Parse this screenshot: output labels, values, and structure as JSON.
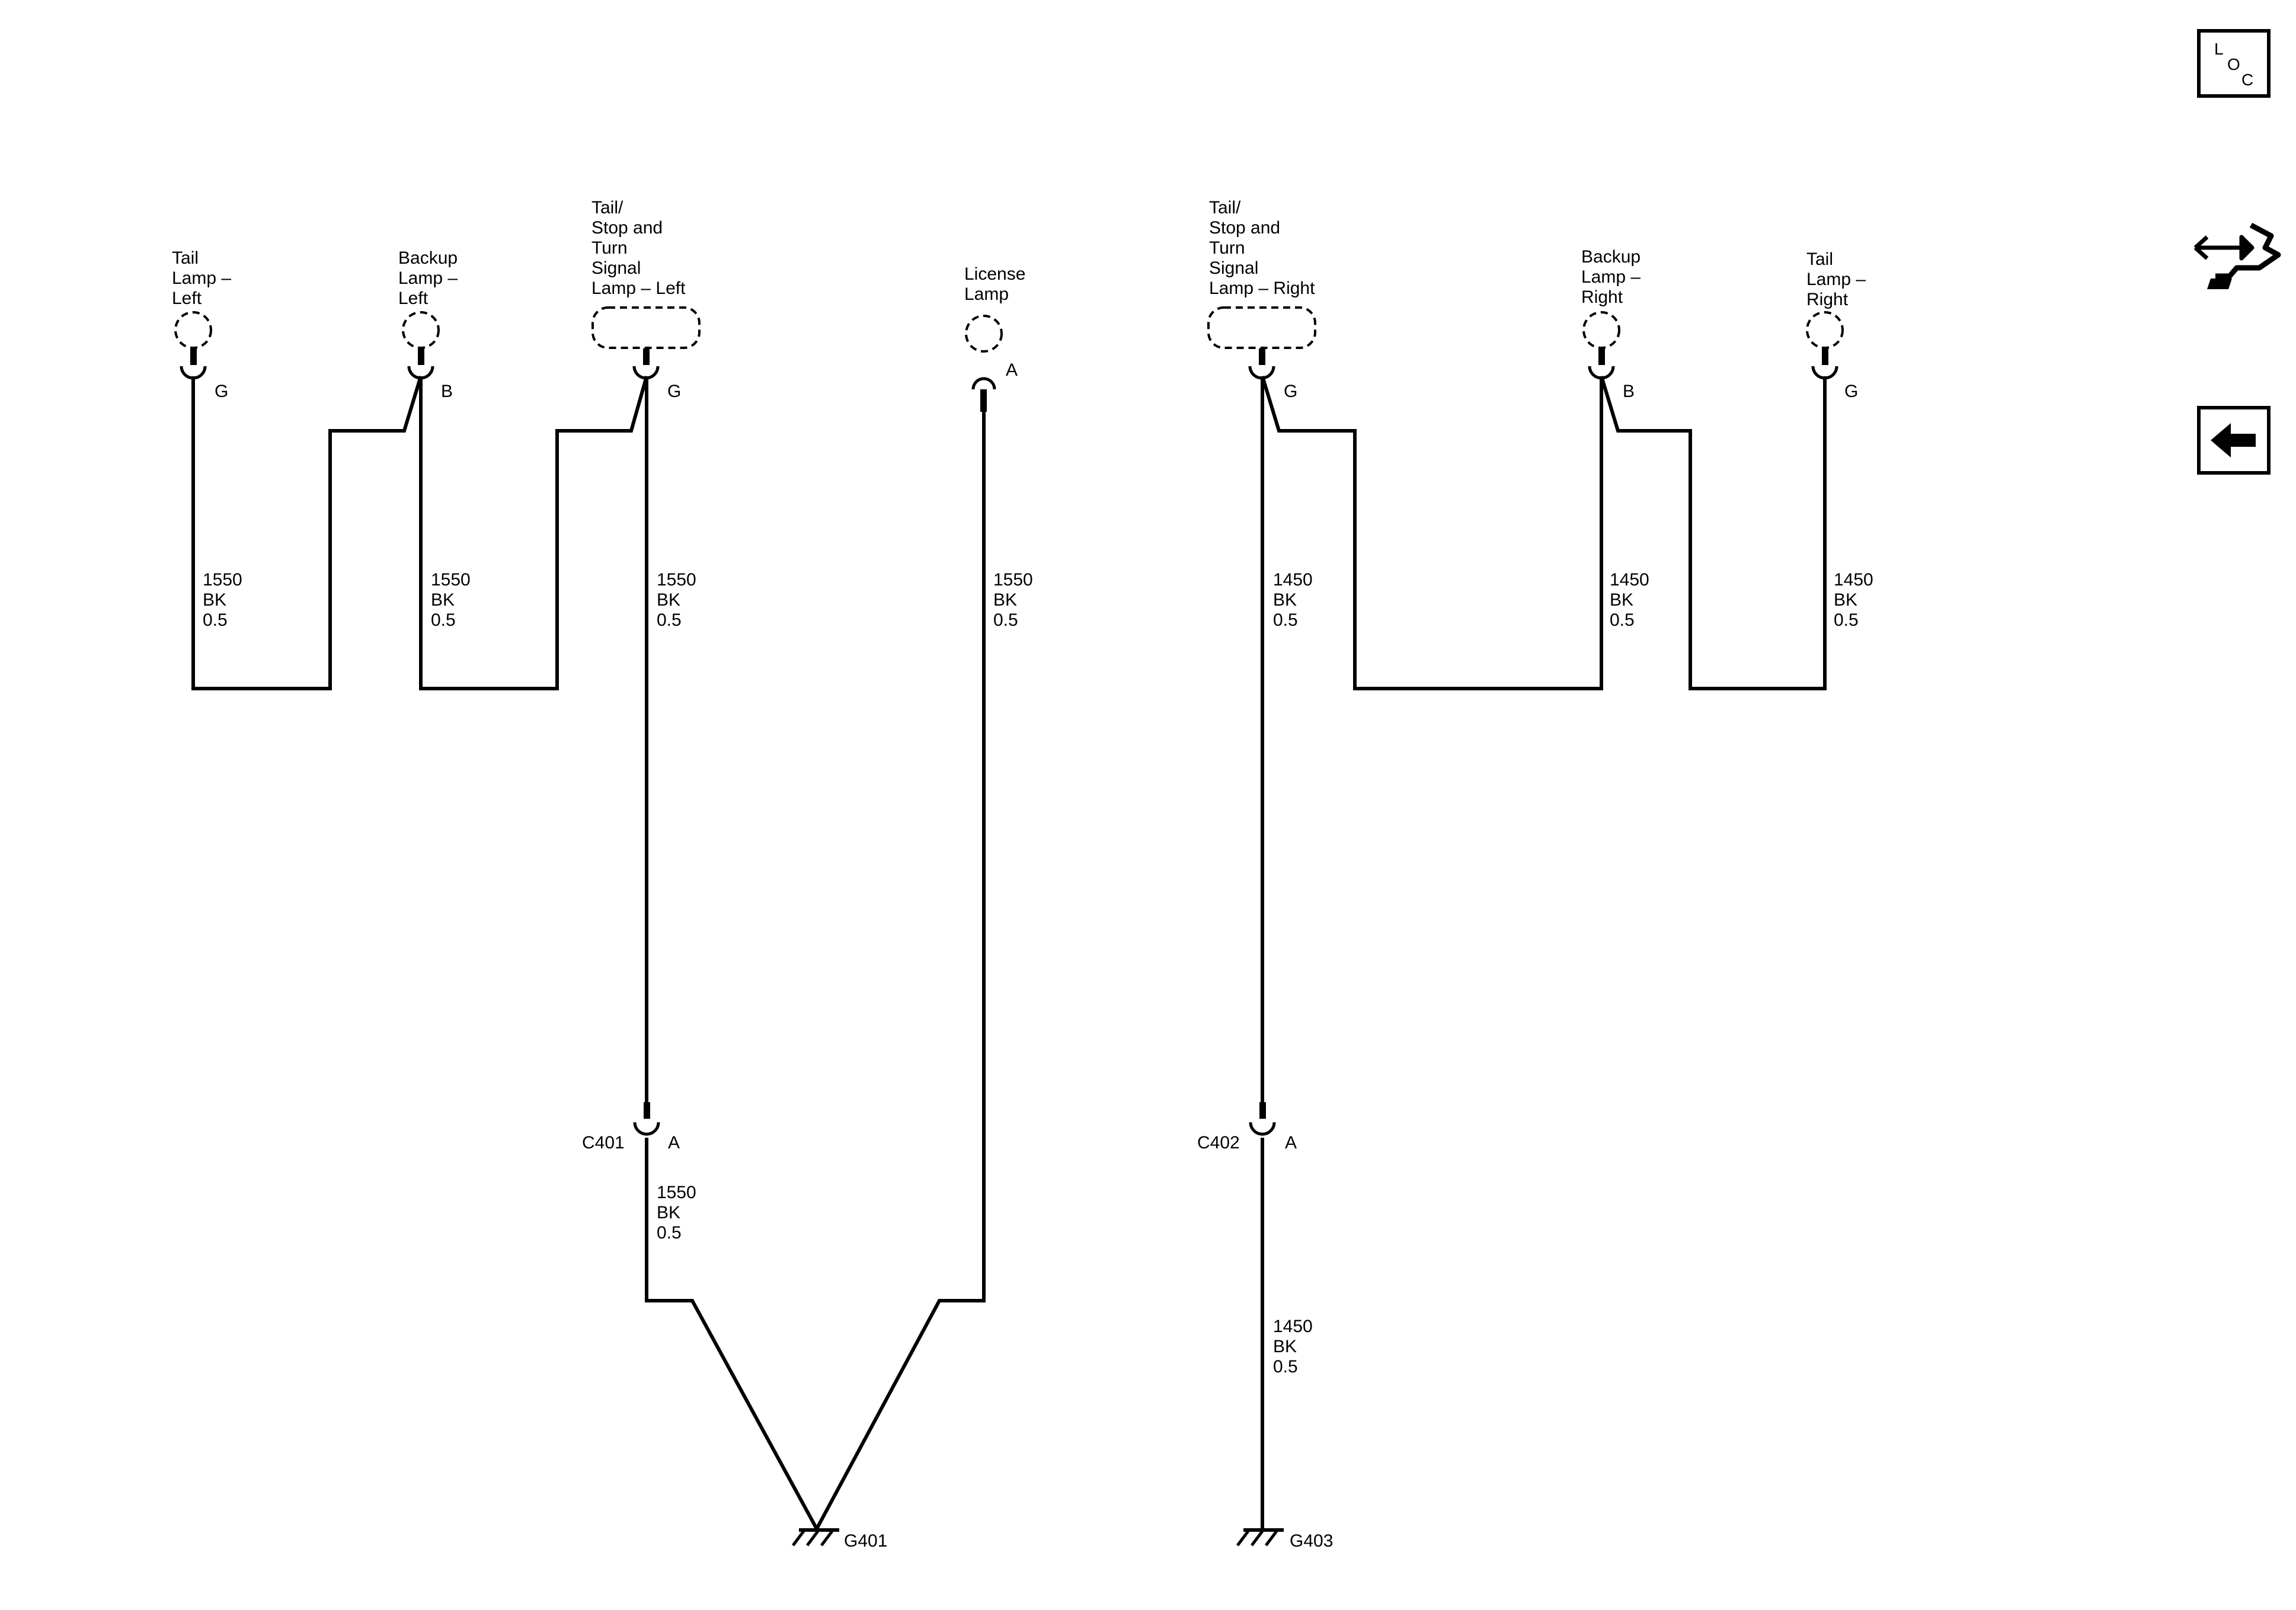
{
  "components": {
    "tail_lamp_left": [
      "Tail",
      "Lamp –",
      "Left"
    ],
    "backup_lamp_left": [
      "Backup",
      "Lamp –",
      "Left"
    ],
    "tail_stop_turn_left": [
      "Tail/",
      "Stop and",
      "Turn",
      "Signal",
      "Lamp – Left"
    ],
    "license_lamp": [
      "License",
      "Lamp"
    ],
    "tail_stop_turn_right": [
      "Tail/",
      "Stop and",
      "Turn",
      "Signal",
      "Lamp – Right"
    ],
    "backup_lamp_right": [
      "Backup",
      "Lamp –",
      "Right"
    ],
    "tail_lamp_right": [
      "Tail",
      "Lamp –",
      "Right"
    ]
  },
  "pins": {
    "tail_lamp_left": "G",
    "backup_lamp_left": "B",
    "tail_stop_turn_left": "G",
    "license_lamp": "A",
    "tail_stop_turn_right": "G",
    "backup_lamp_right": "B",
    "tail_lamp_right": "G"
  },
  "wires": {
    "w1": [
      "1550",
      "BK",
      "0.5"
    ],
    "w2": [
      "1550",
      "BK",
      "0.5"
    ],
    "w3": [
      "1550",
      "BK",
      "0.5"
    ],
    "w4": [
      "1550",
      "BK",
      "0.5"
    ],
    "w5": [
      "1450",
      "BK",
      "0.5"
    ],
    "w6": [
      "1450",
      "BK",
      "0.5"
    ],
    "w7": [
      "1450",
      "BK",
      "0.5"
    ],
    "w8": [
      "1550",
      "BK",
      "0.5"
    ],
    "w9": [
      "1450",
      "BK",
      "0.5"
    ]
  },
  "connectors": {
    "c401": {
      "name": "C401",
      "pin": "A"
    },
    "c402": {
      "name": "C402",
      "pin": "A"
    }
  },
  "grounds": {
    "g401": "G401",
    "g403": "G403"
  },
  "nav": {
    "loc_letters": [
      "L",
      "O",
      "C"
    ],
    "icons": [
      "loc-icon",
      "harness-icon",
      "back-arrow-icon"
    ]
  }
}
